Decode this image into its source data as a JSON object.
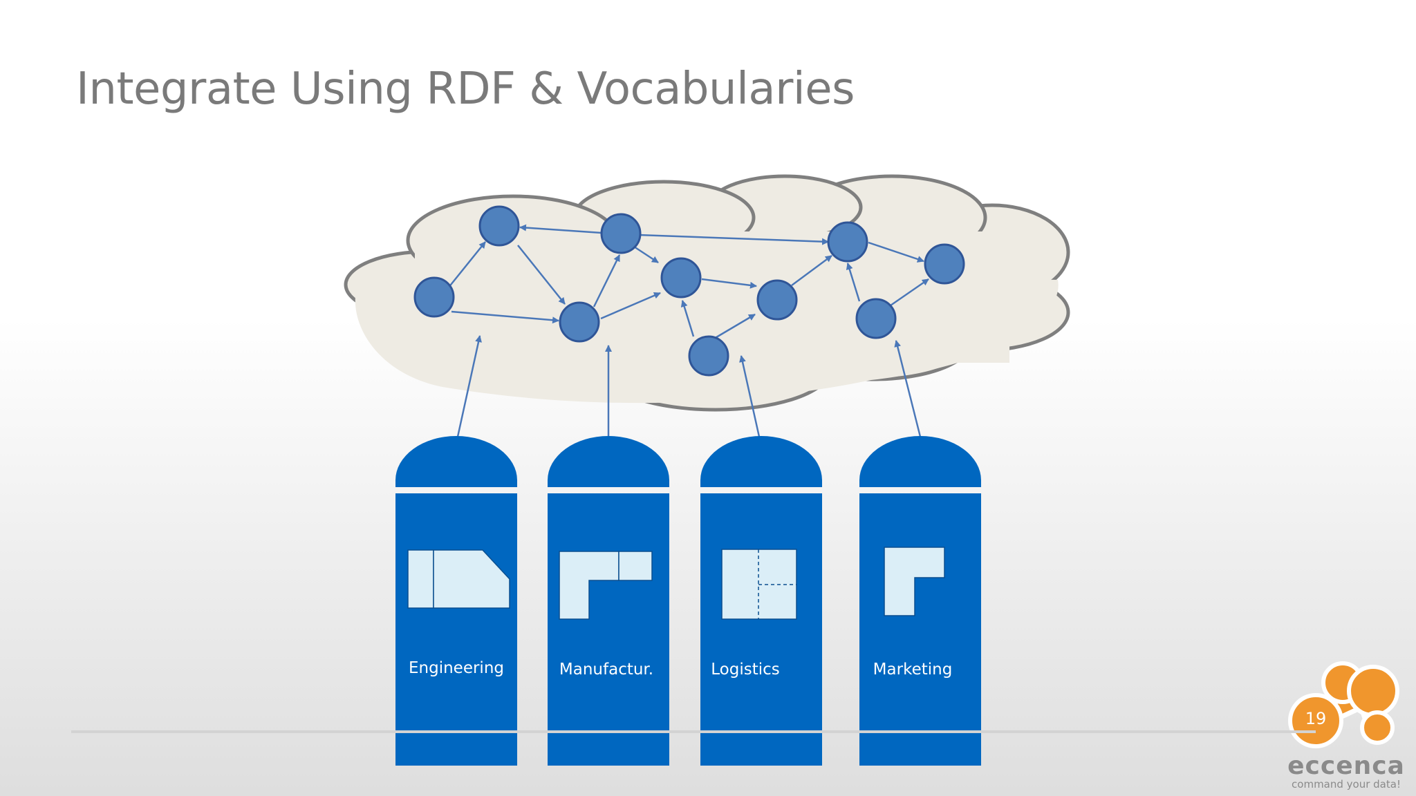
{
  "slide": {
    "title": "Integrate Using RDF & Vocabularies",
    "page_number": "19"
  },
  "brand": {
    "name": "eccenca",
    "tagline": "command your data!",
    "logo_color": "#f0962d"
  },
  "sources": [
    {
      "label": "Engineering",
      "icon": "engineering-schema-icon"
    },
    {
      "label": "Manufactur.",
      "icon": "manufacturing-schema-icon"
    },
    {
      "label": "Logistics",
      "icon": "logistics-schema-icon"
    },
    {
      "label": "Marketing",
      "icon": "marketing-schema-icon"
    }
  ],
  "colors": {
    "database": "#0067c0",
    "node": "#4f81bd",
    "cloud_fill": "#eeebe3",
    "cloud_outline": "#7f7f7f",
    "title": "#7a7a7a",
    "schema": "#dbeef7"
  }
}
